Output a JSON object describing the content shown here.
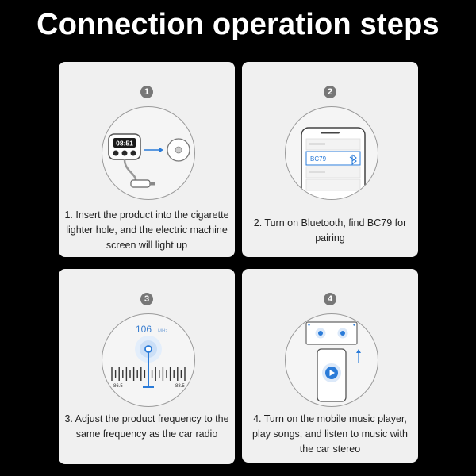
{
  "title": "Connection operation steps",
  "colors": {
    "background": "#000000",
    "card": "#f0f0f0",
    "accent": "#2a7bd8",
    "title": "#ffffff"
  },
  "steps": [
    {
      "number": "1",
      "text": "1. Insert the product into the cigarette lighter hole, and the electric machine screen will light up",
      "device_screen": "08:51"
    },
    {
      "number": "2",
      "text": "2. Turn on Bluetooth, find BC79 for pairing",
      "device_name": "BC79"
    },
    {
      "number": "3",
      "text": "3. Adjust the product frequency to the same frequency as the car radio",
      "frequency": "106",
      "frequency_unit": "MHz",
      "scale_min": "86.5",
      "scale_max": "88.5"
    },
    {
      "number": "4",
      "text": "4. Turn on the mobile music player, play songs, and listen to music with the car stereo"
    }
  ]
}
